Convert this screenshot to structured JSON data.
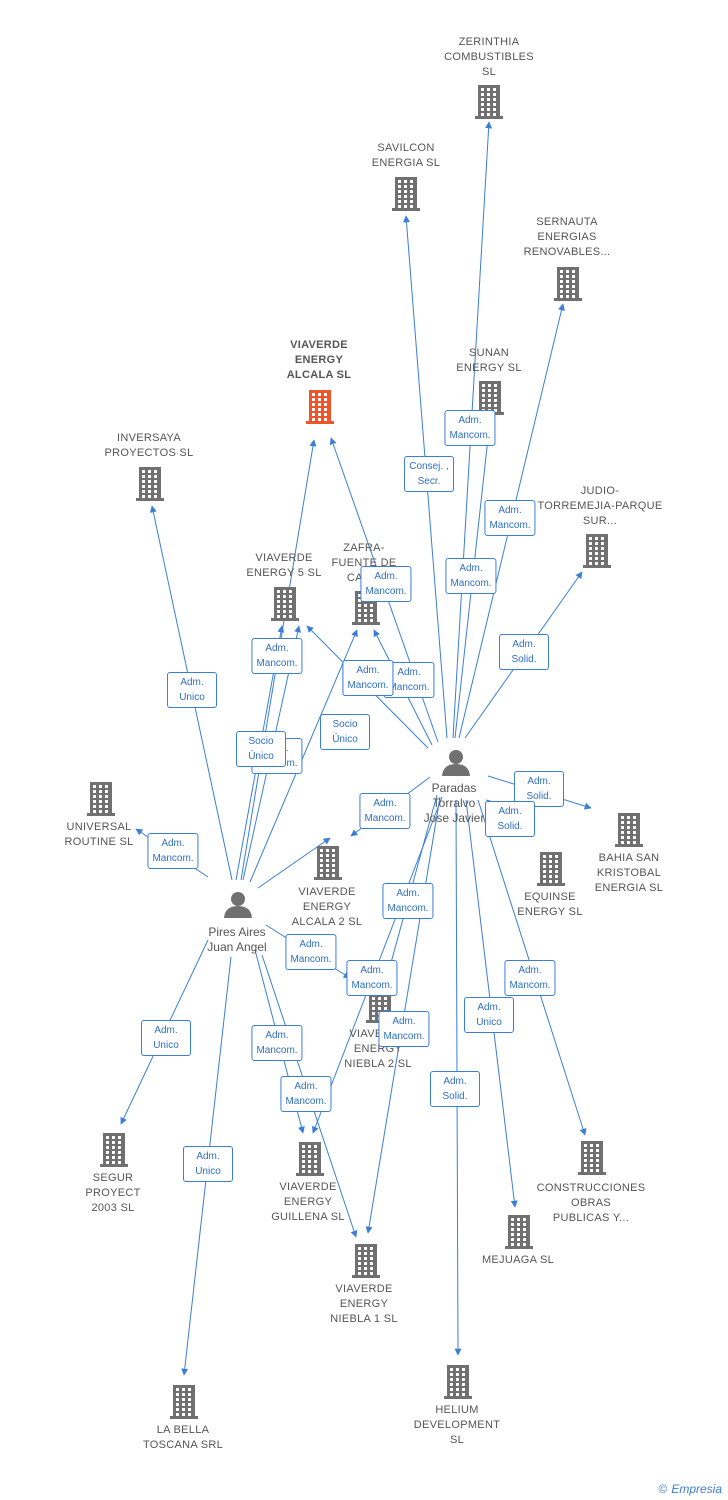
{
  "nodes": [
    {
      "id": "zerinthia",
      "label": "ZERINTHIA\nCOMBUSTIBLES\nSL",
      "type": "company",
      "icon": "building-icon"
    },
    {
      "id": "savilcon",
      "label": "SAVILCON\nENERGIA  SL",
      "type": "company",
      "icon": "building-icon"
    },
    {
      "id": "sernauta",
      "label": "SERNAUTA\nENERGIAS\nRENOVABLES...",
      "type": "company",
      "icon": "building-icon"
    },
    {
      "id": "viaverde_alcala",
      "label": "VIAVERDE\nENERGY\nALCALA  SL",
      "type": "company",
      "icon": "building-icon",
      "highlight": true
    },
    {
      "id": "sunan",
      "label": "SUNAN\nENERGY  SL",
      "type": "company",
      "icon": "building-icon"
    },
    {
      "id": "inversaya",
      "label": "INVERSAYA\nPROYECTOS SL",
      "type": "company",
      "icon": "building-icon"
    },
    {
      "id": "judio",
      "label": "JUDIO-\nTORREMEJIA-PARQUE\nSUR...",
      "type": "company",
      "icon": "building-icon"
    },
    {
      "id": "viaverde5",
      "label": "VIAVERDE\nENERGY 5  SL",
      "type": "company",
      "icon": "building-icon"
    },
    {
      "id": "zafra",
      "label": "ZAFRA-\nFUENTE DE\nCAN...",
      "type": "company",
      "icon": "building-icon"
    },
    {
      "id": "paradas",
      "label": "Paradas\nTorralvo\nJose Javier",
      "type": "person",
      "icon": "person-icon"
    },
    {
      "id": "universal",
      "label": "UNIVERSAL\nROUTINE  SL",
      "type": "company",
      "icon": "building-icon"
    },
    {
      "id": "bahia",
      "label": "BAHIA SAN\nKRISTOBAL\nENERGIA  SL",
      "type": "company",
      "icon": "building-icon"
    },
    {
      "id": "viaverde_alcala2",
      "label": "VIAVERDE\nENERGY\nALCALA 2  SL",
      "type": "company",
      "icon": "building-icon"
    },
    {
      "id": "equinse",
      "label": "EQUINSE\nENERGY  SL",
      "type": "company",
      "icon": "building-icon"
    },
    {
      "id": "pires",
      "label": "Pires Aires\nJuan Angel",
      "type": "person",
      "icon": "person-icon"
    },
    {
      "id": "viaverde_niebla2",
      "label": "VIAVERDE\nENERGY\nNIEBLA 2  SL",
      "type": "company",
      "icon": "building-icon"
    },
    {
      "id": "segur",
      "label": "SEGUR\nPROYECT\n2003 SL",
      "type": "company",
      "icon": "building-icon"
    },
    {
      "id": "viaverde_guillena",
      "label": "VIAVERDE\nENERGY\nGUILLENA  SL",
      "type": "company",
      "icon": "building-icon"
    },
    {
      "id": "construcciones",
      "label": "CONSTRUCCIONES\nOBRAS\nPUBLICAS Y...",
      "type": "company",
      "icon": "building-icon"
    },
    {
      "id": "mejuaga",
      "label": "MEJUAGA  SL",
      "type": "company",
      "icon": "building-icon"
    },
    {
      "id": "viaverde_niebla1",
      "label": "VIAVERDE\nENERGY\nNIEBLA 1  SL",
      "type": "company",
      "icon": "building-icon"
    },
    {
      "id": "la_bella",
      "label": "LA BELLA\nTOSCANA SRL",
      "type": "company",
      "icon": "building-icon"
    },
    {
      "id": "helium",
      "label": "HELIUM\nDEVELOPMENT\nSL",
      "type": "company",
      "icon": "building-icon"
    }
  ],
  "edges": [
    {
      "from": "paradas",
      "to": "zerinthia",
      "label": "Adm.\nMancom."
    },
    {
      "from": "paradas",
      "to": "savilcon",
      "label": "Consej. ,\nSecr."
    },
    {
      "from": "paradas",
      "to": "sernauta",
      "label": "Adm.\nMancom."
    },
    {
      "from": "paradas",
      "to": "sunan",
      "label": "Adm.\nMancom."
    },
    {
      "from": "paradas",
      "to": "judio",
      "label": "Adm.\nSolid."
    },
    {
      "from": "paradas",
      "to": "viaverde_alcala",
      "label": "Adm.\nMancom."
    },
    {
      "from": "paradas",
      "to": "zafra",
      "label": "Adm.\nMancom."
    },
    {
      "from": "paradas",
      "to": "viaverde5",
      "label": "Adm.\nMancom."
    },
    {
      "from": "paradas",
      "to": "bahia",
      "label": "Adm.\nSolid."
    },
    {
      "from": "paradas",
      "to": "equinse",
      "label": "Adm.\nSolid."
    },
    {
      "from": "paradas",
      "to": "viaverde_alcala2",
      "label": "Adm.\nMancom."
    },
    {
      "from": "paradas",
      "to": "viaverde_niebla2",
      "label": "Adm.\nMancom."
    },
    {
      "from": "paradas",
      "to": "viaverde_niebla1",
      "label": "Adm.\nMancom."
    },
    {
      "from": "paradas",
      "to": "construcciones",
      "label": "Adm.\nMancom."
    },
    {
      "from": "paradas",
      "to": "mejuaga",
      "label": "Adm.\nUnico"
    },
    {
      "from": "paradas",
      "to": "helium",
      "label": "Adm.\nSolid."
    },
    {
      "from": "pires",
      "to": "inversaya",
      "label": "Adm.\nUnico"
    },
    {
      "from": "pires",
      "to": "viaverde_alcala",
      "label": "Adm.\nMancom."
    },
    {
      "from": "pires",
      "to": "viaverde5",
      "label": "Adm.\nMancom."
    },
    {
      "from": "pires",
      "to": "zafra",
      "label": "Adm.\nMancom."
    },
    {
      "from": "pires",
      "to": "viaverde_alcala2",
      "label": "Socio\nÚnico"
    },
    {
      "from": "pires",
      "to": "universal",
      "label": "Adm.\nMancom."
    },
    {
      "from": "pires",
      "to": "viaverde_niebla2",
      "label": "Adm.\nMancom."
    },
    {
      "from": "pires",
      "to": "segur",
      "label": "Adm.\nUnico"
    },
    {
      "from": "pires",
      "to": "viaverde_guillena",
      "label": "Adm.\nMancom."
    },
    {
      "from": "pires",
      "to": "viaverde_niebla1",
      "label": "Adm.\nMancom."
    },
    {
      "from": "pires",
      "to": "la_bella",
      "label": "Adm.\nUnico"
    },
    {
      "from": "paradas",
      "to": "viaverde_guillena",
      "label": "Adm.\nMancom."
    },
    {
      "from": "pires",
      "to": "viaverde5",
      "label": "Socio\nÚnico"
    }
  ],
  "colors": {
    "edge": "#3a7fd5",
    "node": "#707070",
    "highlight": "#f0552a",
    "label": "#555555"
  },
  "credit": {
    "symbol": "©",
    "brand": "Empresia"
  }
}
